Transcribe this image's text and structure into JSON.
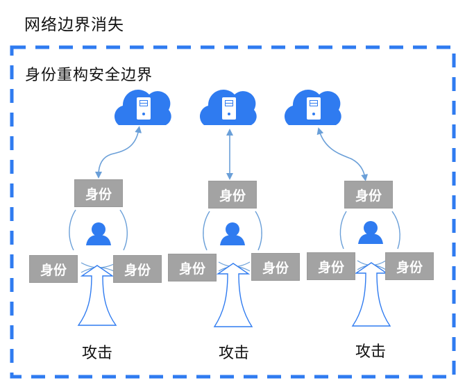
{
  "title": "网络边界消失",
  "subtitle": "身份重构安全边界",
  "colors": {
    "border_dashed": "#2f7bf0",
    "cloud": "#2f7bf0",
    "user": "#2f7bf0",
    "connector": "#6a9fd8",
    "arc": "#6a9fd8",
    "attack_arrow": "#2f7bf0",
    "identity_box": "#a3a3a3",
    "identity_text": "#ffffff"
  },
  "columns": [
    {
      "cloud_icon": "cloud-server-icon",
      "connector": "curved-double-arrow",
      "user_icon": "user-icon",
      "identity_top": "身份",
      "identity_left": "身份",
      "identity_right": "身份",
      "attack_label": "攻击"
    },
    {
      "cloud_icon": "cloud-server-icon",
      "connector": "straight-double-arrow",
      "user_icon": "user-icon",
      "identity_top": "身份",
      "identity_left": "身份",
      "identity_right": "身份",
      "attack_label": "攻击"
    },
    {
      "cloud_icon": "cloud-server-icon",
      "connector": "curved-double-arrow",
      "user_icon": "user-icon",
      "identity_top": "身份",
      "identity_left": "身份",
      "identity_right": "身份",
      "attack_label": "攻击"
    }
  ]
}
